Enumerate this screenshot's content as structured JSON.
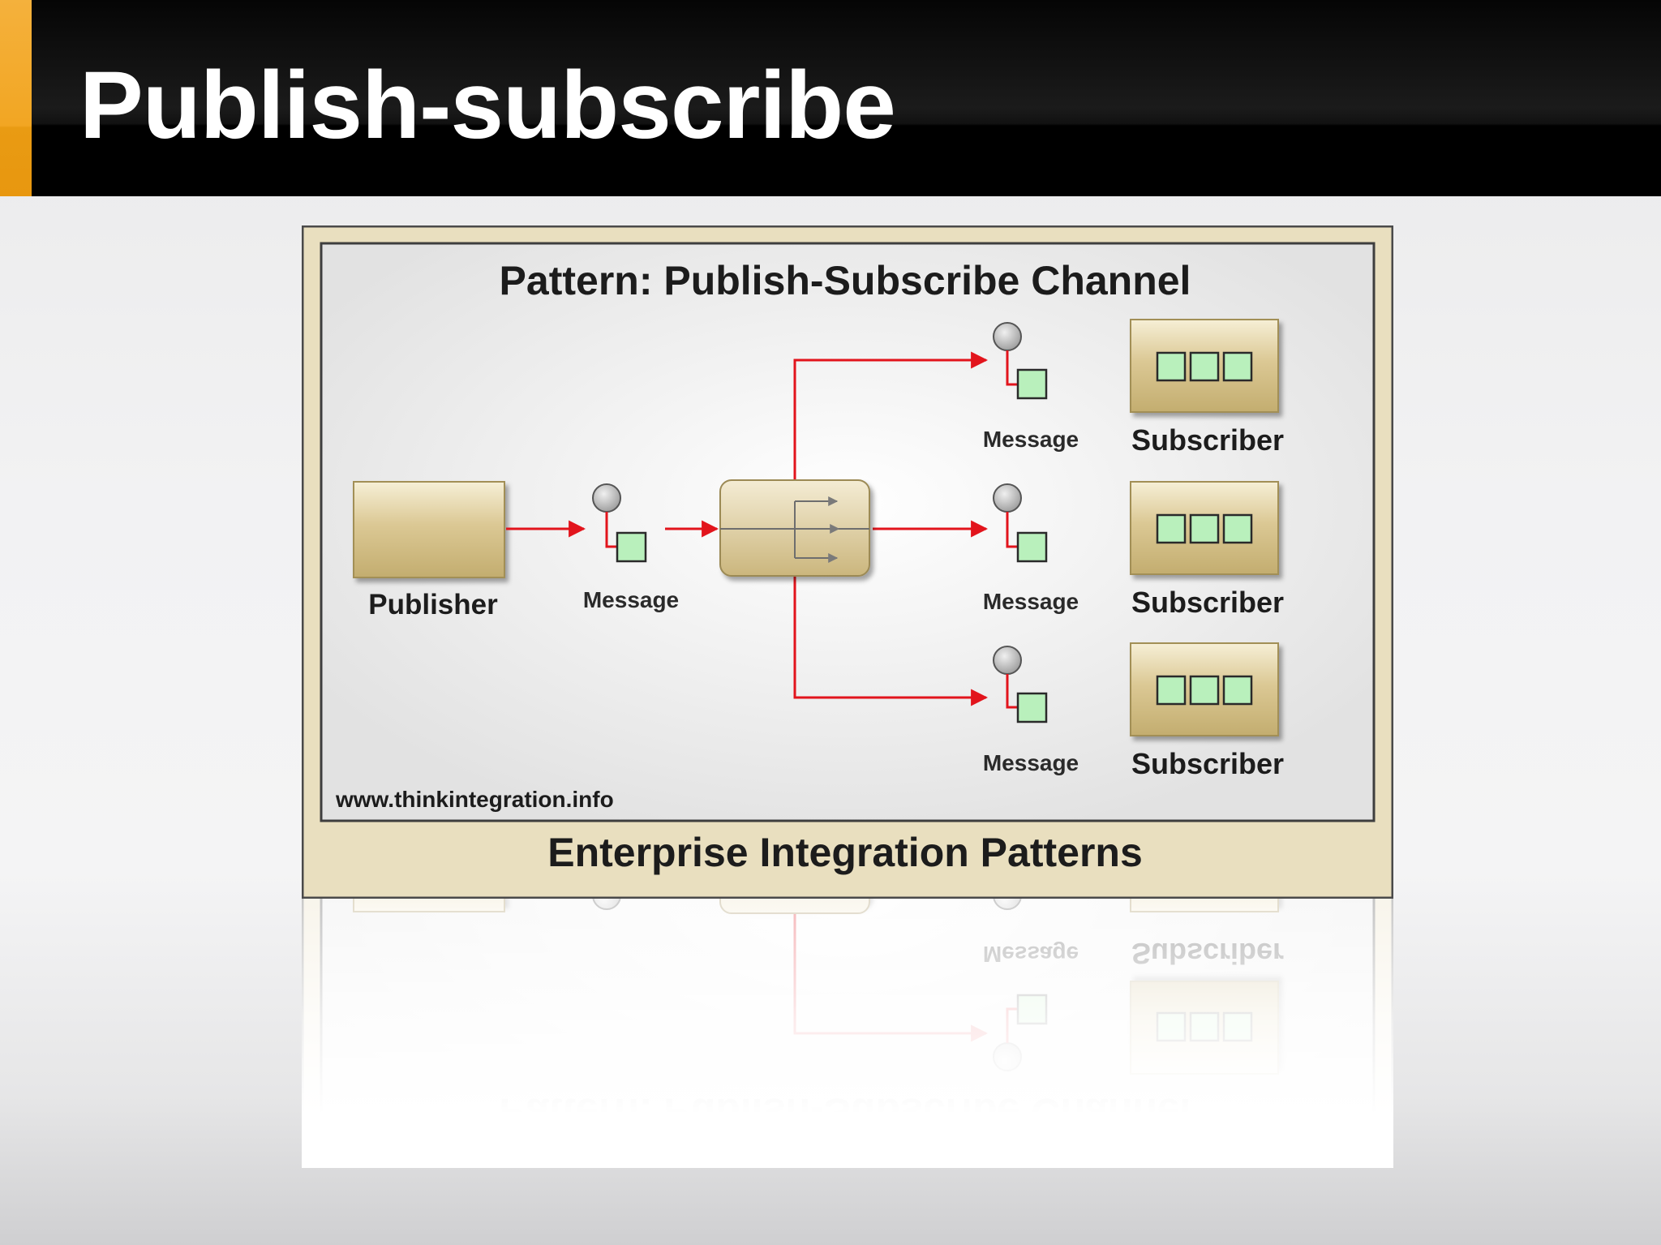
{
  "slide": {
    "title": "Publish-subscribe"
  },
  "diagram": {
    "title": "Pattern: Publish-Subscribe Channel",
    "publisher_label": "Publisher",
    "publisher_message_label": "Message",
    "subscribers": [
      {
        "message_label": "Message",
        "label": "Subscriber"
      },
      {
        "message_label": "Message",
        "label": "Subscriber"
      },
      {
        "message_label": "Message",
        "label": "Subscriber"
      }
    ],
    "source": "www.thinkintegration.info",
    "footer": "Enterprise Integration Patterns",
    "colors": {
      "arrow": "#e2141c",
      "message_box": "#b9f0bc",
      "component": "#d4c08a",
      "frame": "#e9dfbf"
    }
  }
}
